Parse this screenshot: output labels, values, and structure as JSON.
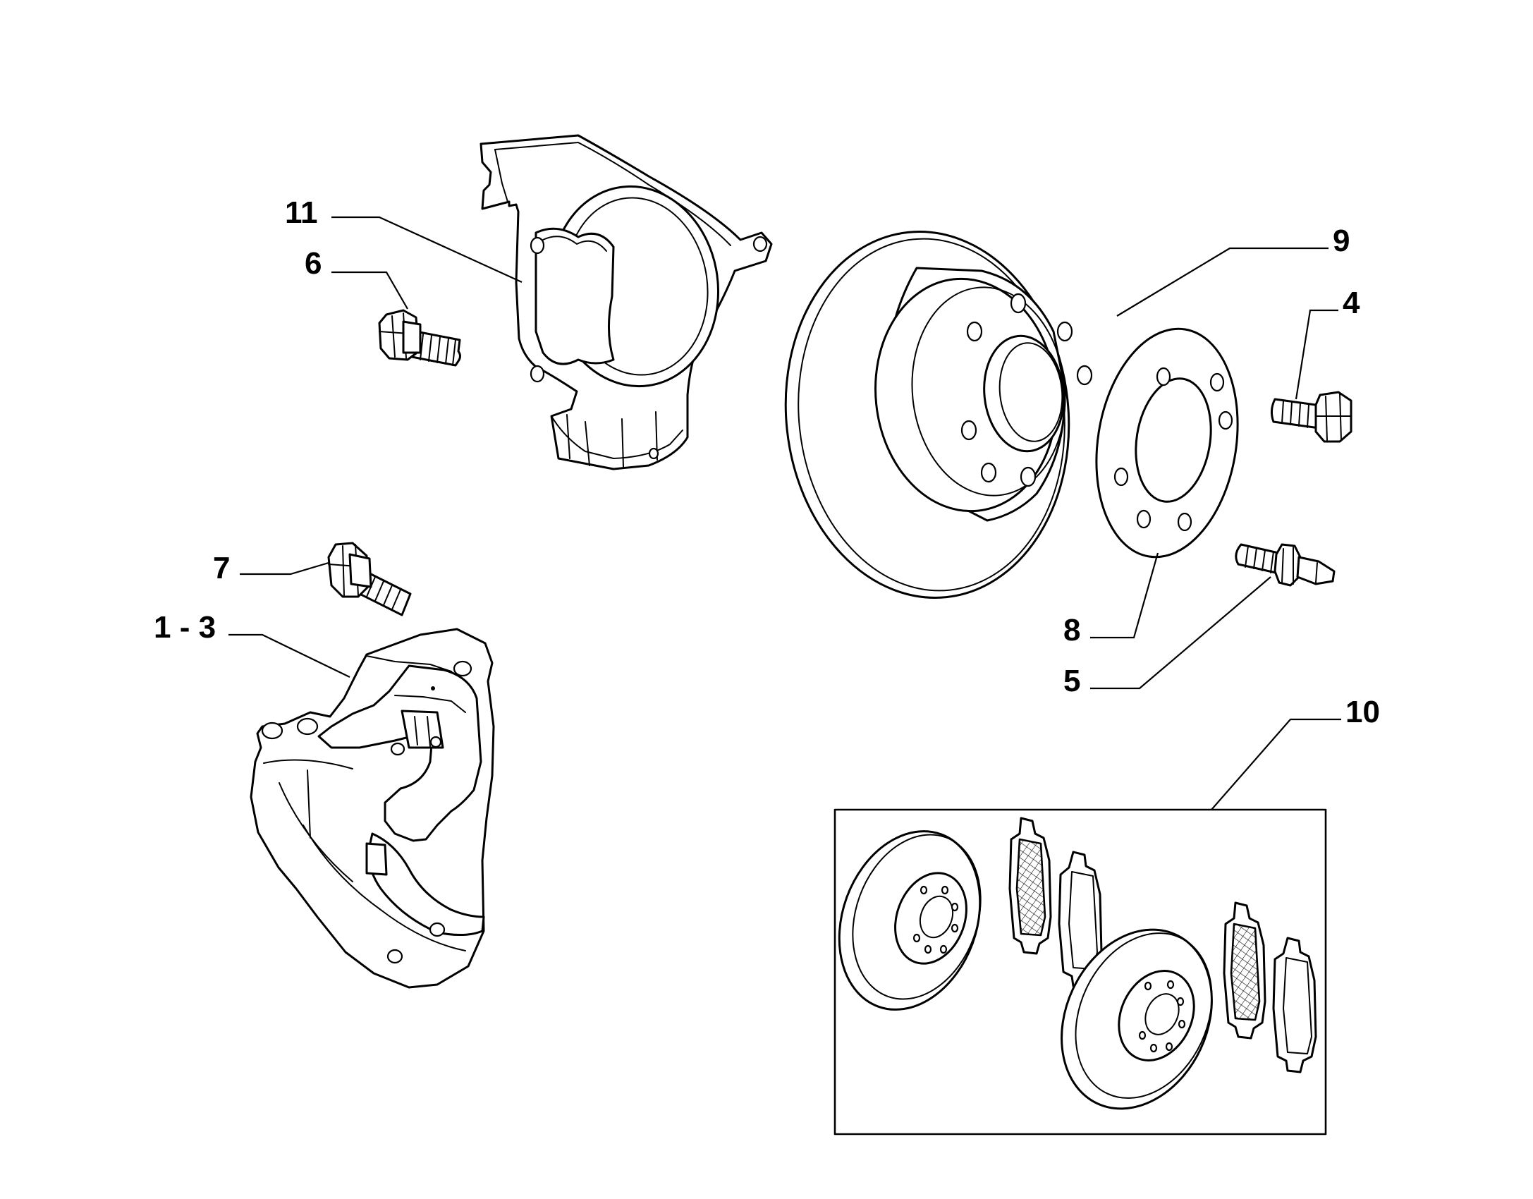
{
  "diagram": {
    "callouts": {
      "c11": "11",
      "c6": "6",
      "c7": "7",
      "c1_3": "1 - 3",
      "c9": "9",
      "c4": "4",
      "c8": "8",
      "c5": "5",
      "c10": "10"
    }
  }
}
